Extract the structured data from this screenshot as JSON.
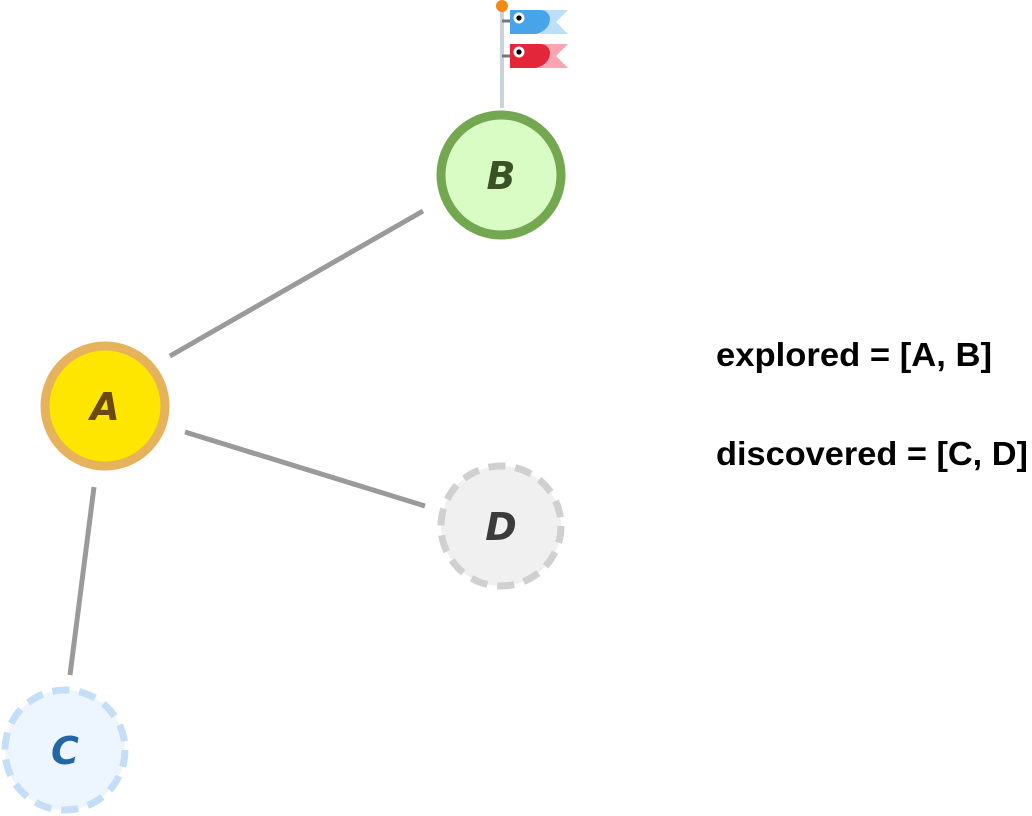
{
  "graph": {
    "nodes": [
      {
        "id": "A",
        "label": "A",
        "state": "current"
      },
      {
        "id": "B",
        "label": "B",
        "state": "explored"
      },
      {
        "id": "C",
        "label": "C",
        "state": "discovered"
      },
      {
        "id": "D",
        "label": "D",
        "state": "discovered"
      }
    ],
    "edges": [
      {
        "from": "A",
        "to": "B"
      },
      {
        "from": "A",
        "to": "D"
      },
      {
        "from": "A",
        "to": "C"
      }
    ]
  },
  "state": {
    "explored_text": "explored = [A, B]",
    "discovered_text": "discovered = [C, D]"
  },
  "flag_icon": "koinobori-flag-icon",
  "colors": {
    "edge": "#9a9a9a",
    "current_fill": "#ffe600",
    "current_stroke": "#e6b25c",
    "current_text": "#6b4a10",
    "explored_fill": "#d9fcc4",
    "explored_stroke": "#74a850",
    "explored_text": "#3b5226",
    "discovered_c_fill": "#edf5fe",
    "discovered_c_stroke": "#c4def8",
    "discovered_c_text": "#2366a6",
    "discovered_d_fill": "#f0f0f0",
    "discovered_d_stroke": "#d0d0d0",
    "discovered_d_text": "#3b3b3b"
  }
}
